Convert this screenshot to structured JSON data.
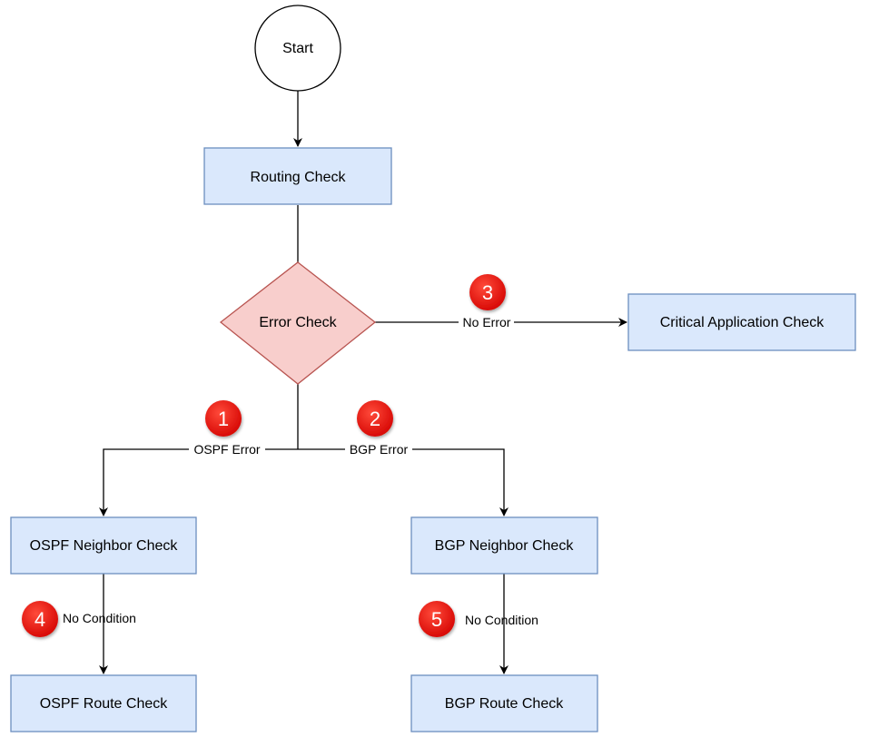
{
  "nodes": {
    "start": "Start",
    "routing_check": "Routing Check",
    "error_check": "Error Check",
    "critical_application_check": "Critical Application Check",
    "ospf_neighbor_check": "OSPF Neighbor Check",
    "bgp_neighbor_check": "BGP Neighbor Check",
    "ospf_route_check": "OSPF Route Check",
    "bgp_route_check": "BGP Route Check"
  },
  "edges": {
    "no_error": "No Error",
    "ospf_error": "OSPF Error",
    "bgp_error": "BGP Error",
    "ospf_no_condition": "No Condition",
    "bgp_no_condition": "No Condition"
  },
  "badges": [
    "1",
    "2",
    "3",
    "4",
    "5"
  ],
  "colors": {
    "process_fill": "#dae8fc",
    "process_stroke": "#6c8ebf",
    "decision_fill": "#f8cecc",
    "decision_stroke": "#b85450",
    "badge_fill": "#e8100c"
  }
}
